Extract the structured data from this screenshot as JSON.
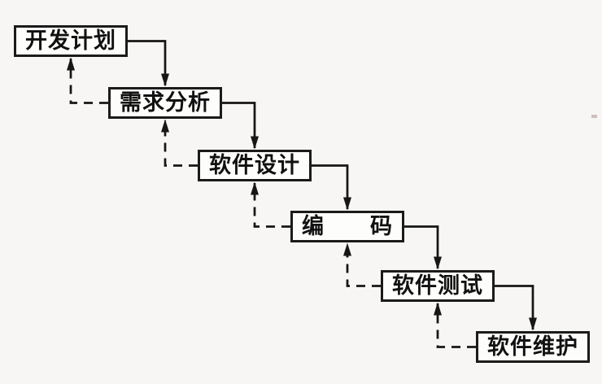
{
  "diagram": {
    "type": "flowchart",
    "model": "waterfall",
    "stages": [
      {
        "label": "开发计划"
      },
      {
        "label": "需求分析"
      },
      {
        "label": "软件设计"
      },
      {
        "label": "编　　码"
      },
      {
        "label": "软件测试"
      },
      {
        "label": "软件维护"
      }
    ],
    "connections": {
      "forward": [
        {
          "from": "开发计划",
          "to": "需求分析",
          "style": "solid"
        },
        {
          "from": "需求分析",
          "to": "软件设计",
          "style": "solid"
        },
        {
          "from": "软件设计",
          "to": "编码",
          "style": "solid"
        },
        {
          "from": "编码",
          "to": "软件测试",
          "style": "solid"
        },
        {
          "from": "软件测试",
          "to": "软件维护",
          "style": "solid"
        }
      ],
      "feedback": [
        {
          "from": "需求分析",
          "to": "开发计划",
          "style": "dashed"
        },
        {
          "from": "软件设计",
          "to": "需求分析",
          "style": "dashed"
        },
        {
          "from": "编码",
          "to": "软件设计",
          "style": "dashed"
        },
        {
          "from": "软件测试",
          "to": "编码",
          "style": "dashed"
        },
        {
          "from": "软件维护",
          "to": "软件测试",
          "style": "dashed"
        }
      ]
    },
    "colors": {
      "background": "#f7f6f4",
      "box_border": "#1b1b1b",
      "box_fill": "#fdfdfb",
      "line": "#161616",
      "text": "#111111"
    }
  }
}
